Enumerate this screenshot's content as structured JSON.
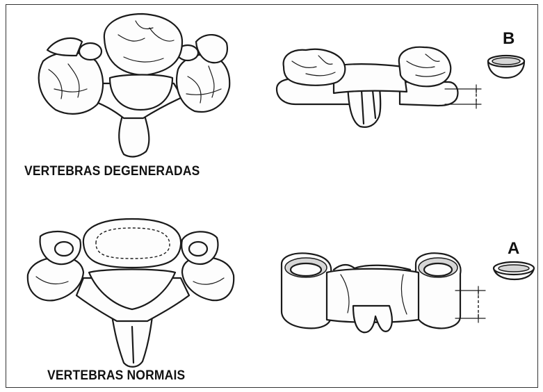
{
  "labels": {
    "degenerated": "VERTEBRAS DEGENERADAS",
    "normal": "VERTEBRAS NORMAIS",
    "marker_b": "B",
    "marker_a": "A"
  },
  "colors": {
    "ink": "#1a1a1a",
    "background": "#ffffff",
    "shade": "#d6d6d6"
  }
}
